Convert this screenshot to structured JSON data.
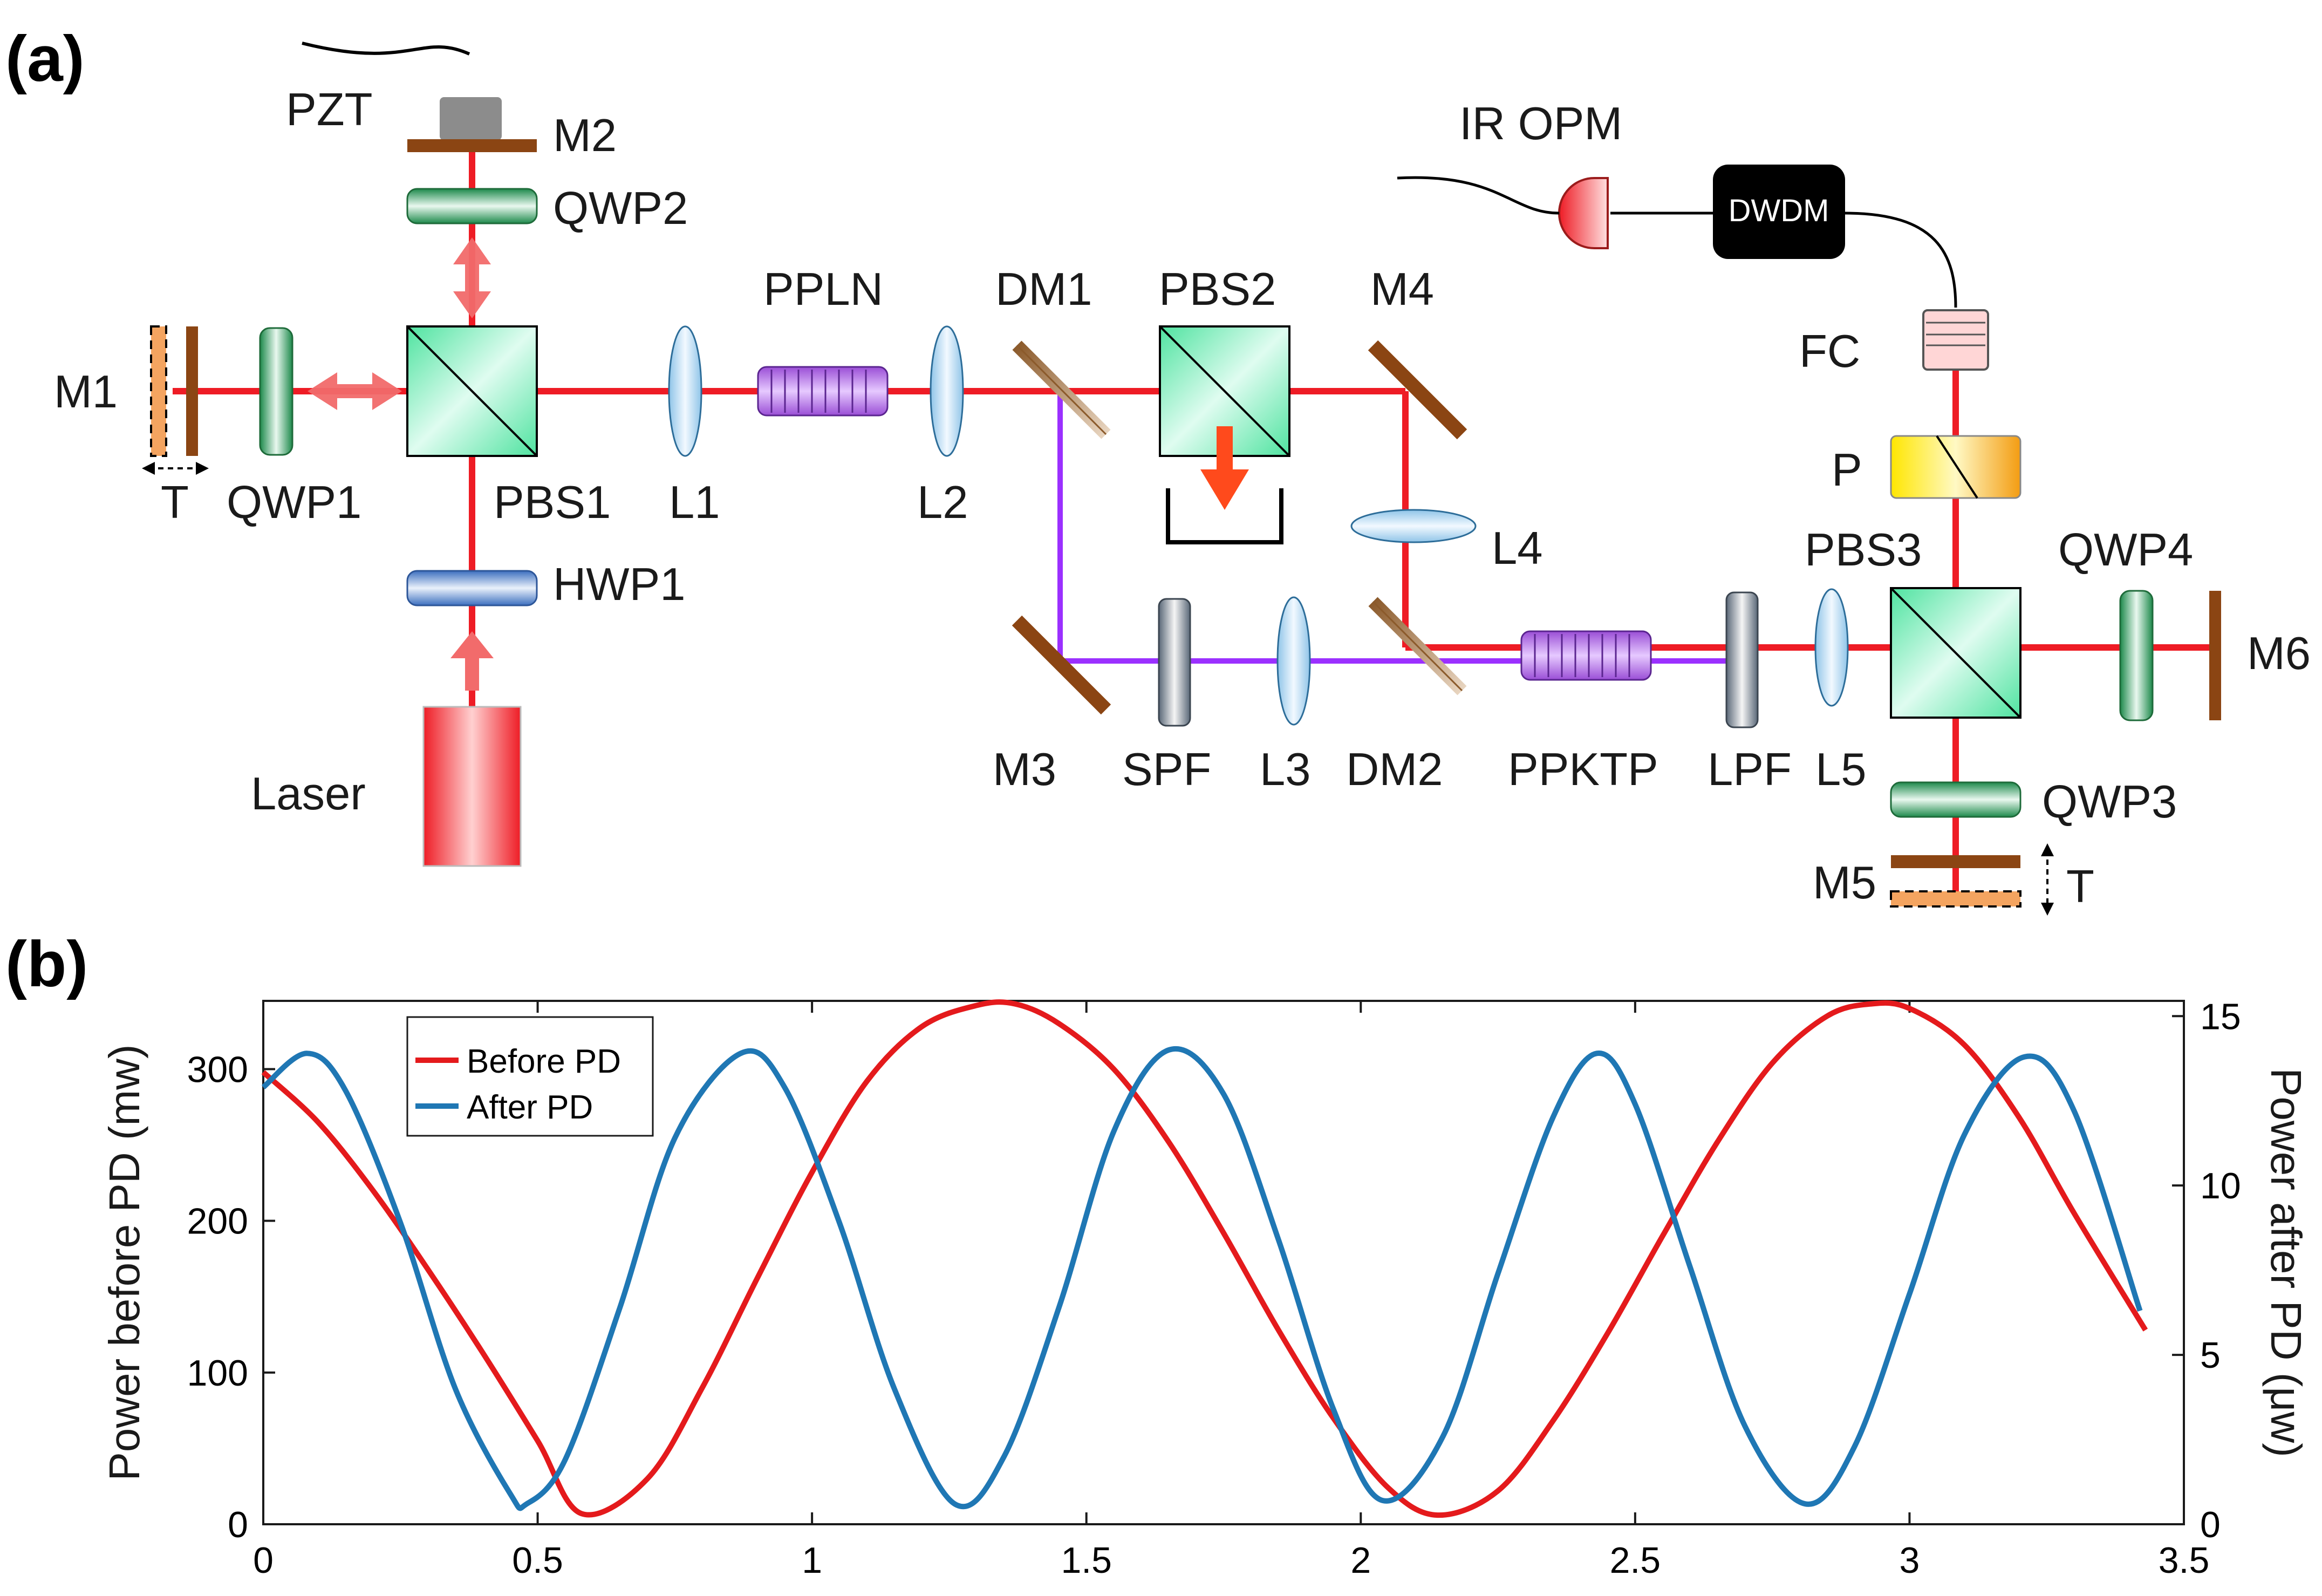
{
  "panel_a": {
    "label": "(a)",
    "components": {
      "pzt": "PZT",
      "m2": "M2",
      "qwp2": "QWP2",
      "m1": "M1",
      "t_left": "T",
      "qwp1": "QWP1",
      "pbs1": "PBS1",
      "l1": "L1",
      "pplnn": "PPLN",
      "l2": "L2",
      "hwp1": "HWP1",
      "laser": "Laser",
      "dm1": "DM1",
      "pbs2": "PBS2",
      "m4": "M4",
      "l4": "L4",
      "m3": "M3",
      "spf": "SPF",
      "l3": "L3",
      "dm2": "DM2",
      "ppktp": "PPKTP",
      "lpf": "LPF",
      "l5": "L5",
      "pbs3": "PBS3",
      "qwp4": "QWP4",
      "m6": "M6",
      "qwp3": "QWP3",
      "m5": "M5",
      "t_right": "T",
      "ir_opm": "IR OPM",
      "dwdm": "DWDM",
      "fc": "FC",
      "p": "P"
    },
    "colors": {
      "beam": "#ee1c25",
      "violet": "#9b30ff",
      "mirror": "#8b4513"
    }
  },
  "panel_b": {
    "label": "(b)",
    "chart_data": {
      "type": "line",
      "x_ticks": [
        "0",
        "0.5",
        "1",
        "1.5",
        "2",
        "2.5",
        "3",
        "3.5"
      ],
      "xlim": [
        0,
        3.5
      ],
      "ylabel_left": "Power before PD (mw)",
      "ylabel_right": "Power after PD (μw)",
      "ylim_left": [
        0,
        345
      ],
      "ylim_right": [
        0,
        15.45
      ],
      "yticks_left": [
        "0",
        "100",
        "200",
        "300"
      ],
      "yticks_right": [
        "0",
        "5",
        "10",
        "15"
      ],
      "legend_position": "top-left",
      "series": [
        {
          "name": "Before PD",
          "axis": "left",
          "color": "#e41a1c",
          "x": [
            0,
            0.1,
            0.2,
            0.3,
            0.4,
            0.5,
            0.58,
            0.7,
            0.8,
            0.9,
            1.0,
            1.1,
            1.2,
            1.3,
            1.37,
            1.45,
            1.55,
            1.65,
            1.75,
            1.85,
            1.95,
            2.05,
            2.14,
            2.25,
            2.35,
            2.45,
            2.55,
            2.65,
            2.75,
            2.85,
            2.93,
            3.0,
            3.1,
            3.2,
            3.3,
            3.43
          ],
          "y": [
            298,
            265,
            220,
            168,
            113,
            55,
            7,
            30,
            90,
            162,
            232,
            292,
            328,
            342,
            343,
            330,
            300,
            252,
            192,
            128,
            70,
            24,
            6,
            22,
            68,
            126,
            190,
            252,
            304,
            335,
            343,
            340,
            316,
            268,
            205,
            128
          ]
        },
        {
          "name": "After PD",
          "axis": "right",
          "color": "#1f77b4",
          "x": [
            0,
            0.08,
            0.15,
            0.25,
            0.35,
            0.45,
            0.48,
            0.55,
            0.65,
            0.75,
            0.87,
            0.95,
            1.05,
            1.15,
            1.26,
            1.35,
            1.45,
            1.55,
            1.65,
            1.75,
            1.85,
            1.95,
            2.04,
            2.15,
            2.25,
            2.35,
            2.43,
            2.5,
            2.6,
            2.7,
            2.81,
            2.9,
            3.0,
            3.1,
            3.21,
            3.3,
            3.42
          ],
          "y": [
            12.9,
            13.9,
            12.8,
            8.9,
            4.0,
            0.9,
            0.6,
            1.9,
            6.4,
            11.4,
            13.9,
            12.9,
            8.9,
            4.0,
            0.6,
            2.0,
            6.4,
            11.6,
            14.0,
            12.7,
            8.4,
            3.4,
            0.7,
            2.6,
            7.4,
            12.0,
            13.9,
            12.4,
            7.6,
            2.9,
            0.6,
            2.3,
            6.8,
            11.5,
            13.8,
            12.2,
            6.3
          ]
        }
      ]
    }
  }
}
